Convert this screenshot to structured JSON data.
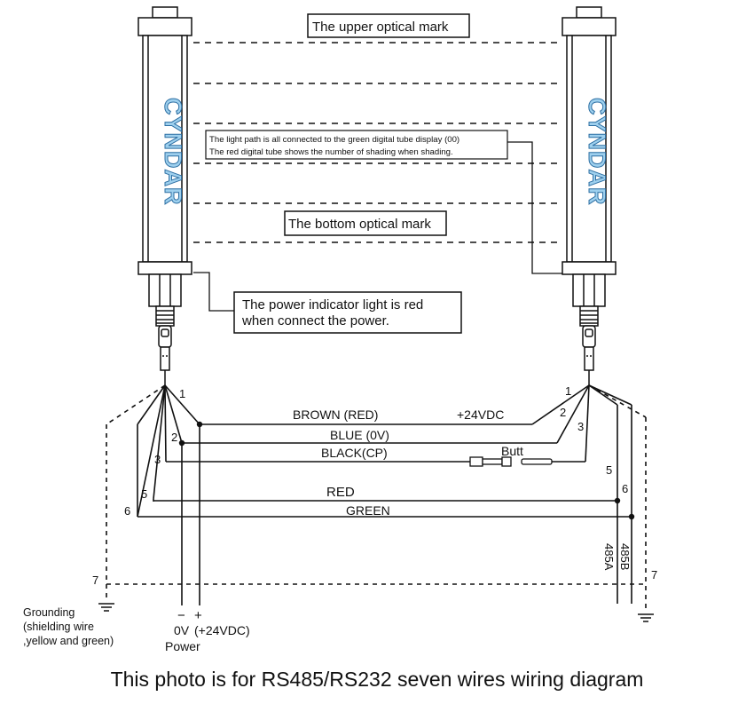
{
  "brand_text": "CYNDAR",
  "labels": {
    "upper_mark": "The upper optical mark",
    "bottom_mark": "The bottom optical mark",
    "light_path_line1": "The light path is all connected to the green digital tube display (00)",
    "light_path_line2": "The red digital tube shows the number of shading when shading.",
    "power_indicator_line1": "The power indicator light is red",
    "power_indicator_line2": "when connect the power."
  },
  "wires": {
    "brown": "BROWN  (RED)",
    "plus24": "+24VDC",
    "blue": "BLUE (0V)",
    "black": "BLACK(CP)",
    "butt": "Butt",
    "red": "RED",
    "green": "GREEN",
    "a485": "485A",
    "b485": "485B"
  },
  "numbers": {
    "n1": "1",
    "n2": "2",
    "n3": "3",
    "n5": "5",
    "n6": "6",
    "n7": "7"
  },
  "grounding": {
    "line1": "Grounding",
    "line2": "(shielding wire",
    "line3": ",yellow and green)"
  },
  "power": {
    "minus": "−",
    "plus": "+",
    "zero_v": "0V",
    "plus_24": "(+24VDC)",
    "label": "Power"
  },
  "caption": "This photo is for RS485/RS232 seven wires wiring diagram",
  "colors": {
    "brand_fill": "#9ed0ee",
    "brand_stroke": "#2d6fa3",
    "line": "#111111"
  }
}
